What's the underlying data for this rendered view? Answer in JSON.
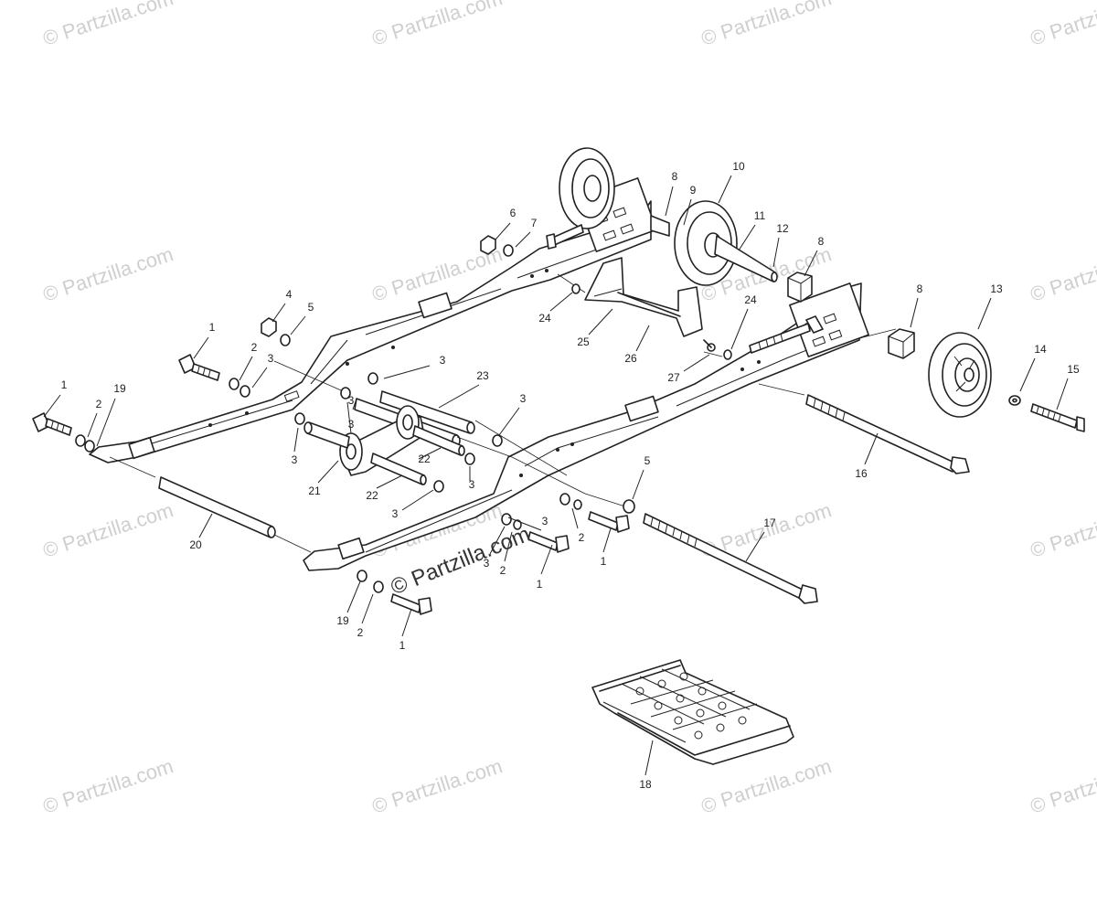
{
  "watermark": {
    "text": "© Partzilla.com",
    "main_text": "© Partzilla.com"
  },
  "callouts": [
    {
      "n": "1"
    },
    {
      "n": "1"
    },
    {
      "n": "1"
    },
    {
      "n": "1"
    },
    {
      "n": "1"
    },
    {
      "n": "2"
    },
    {
      "n": "2"
    },
    {
      "n": "2"
    },
    {
      "n": "2"
    },
    {
      "n": "2"
    },
    {
      "n": "3"
    },
    {
      "n": "3"
    },
    {
      "n": "3"
    },
    {
      "n": "3"
    },
    {
      "n": "3"
    },
    {
      "n": "3"
    },
    {
      "n": "3"
    },
    {
      "n": "3"
    },
    {
      "n": "3"
    },
    {
      "n": "3"
    },
    {
      "n": "4"
    },
    {
      "n": "5"
    },
    {
      "n": "5"
    },
    {
      "n": "6"
    },
    {
      "n": "7"
    },
    {
      "n": "8"
    },
    {
      "n": "8"
    },
    {
      "n": "8"
    },
    {
      "n": "9"
    },
    {
      "n": "10"
    },
    {
      "n": "11"
    },
    {
      "n": "12"
    },
    {
      "n": "13"
    },
    {
      "n": "14"
    },
    {
      "n": "15"
    },
    {
      "n": "16"
    },
    {
      "n": "17"
    },
    {
      "n": "18"
    },
    {
      "n": "19"
    },
    {
      "n": "19"
    },
    {
      "n": "20"
    },
    {
      "n": "21"
    },
    {
      "n": "22"
    },
    {
      "n": "22"
    },
    {
      "n": "23"
    },
    {
      "n": "24"
    },
    {
      "n": "24"
    },
    {
      "n": "25"
    },
    {
      "n": "26"
    },
    {
      "n": "27"
    }
  ]
}
